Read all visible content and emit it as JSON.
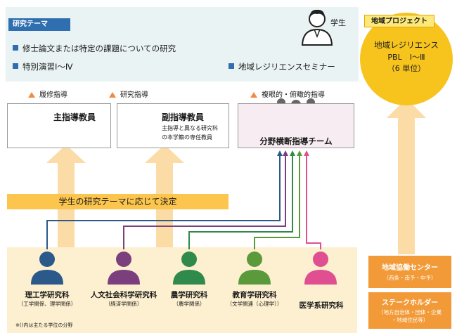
{
  "top": {
    "theme_label": "研究テーマ",
    "topics": [
      "修士論文または特定の課題についての研究",
      "特別演習Ⅰ～Ⅳ",
      "地域レジリエンスセミナー"
    ],
    "student_label": "学生"
  },
  "project": {
    "label": "地域プロジェクト",
    "line1": "地域レジリエンス",
    "line2": "PBL　Ⅰ～Ⅲ",
    "line3": "（6 単位）"
  },
  "guidance": {
    "main": "履修指導",
    "research": "研究指導",
    "cross": "複眼的・俯瞰的指導"
  },
  "advisors": {
    "main_title": "主指導教員",
    "sub_title": "副指導教員",
    "sub_desc1": "主指導と異なる研究科",
    "sub_desc2": "の本学籍の専任教員",
    "team_title": "分野横断指導チーム"
  },
  "decide_text": "学生の研究テーマに応じて決定",
  "schools": [
    {
      "name": "理工学研究科",
      "sub": "（工学関係、理学関係）",
      "color": "#2b5a8a"
    },
    {
      "name": "人文社会科学研究科",
      "sub": "（経済学関係）",
      "color": "#7b3f7e"
    },
    {
      "name": "農学研究科",
      "sub": "（農学関係）",
      "color": "#2f8a4b"
    },
    {
      "name": "教育学研究科",
      "sub": "（文学関連（心理学））",
      "color": "#5a9a3a"
    },
    {
      "name": "医学系研究科",
      "sub": "",
      "color": "#e05090"
    }
  ],
  "footnote": "※()内は主たる学位の分野",
  "regional": {
    "center_title": "地域協働センター",
    "center_sub": "（西条・南予・中予）",
    "stake_title": "ステークホルダー",
    "stake_sub1": "（地方自治体・団体・企業",
    "stake_sub2": "・地域住民等）"
  },
  "colors": {
    "accent_blue": "#2f6fb0",
    "project_yellow": "#f7c41e",
    "regional_orange": "#f29a38",
    "arrow_peach": "#fbd9a4"
  }
}
